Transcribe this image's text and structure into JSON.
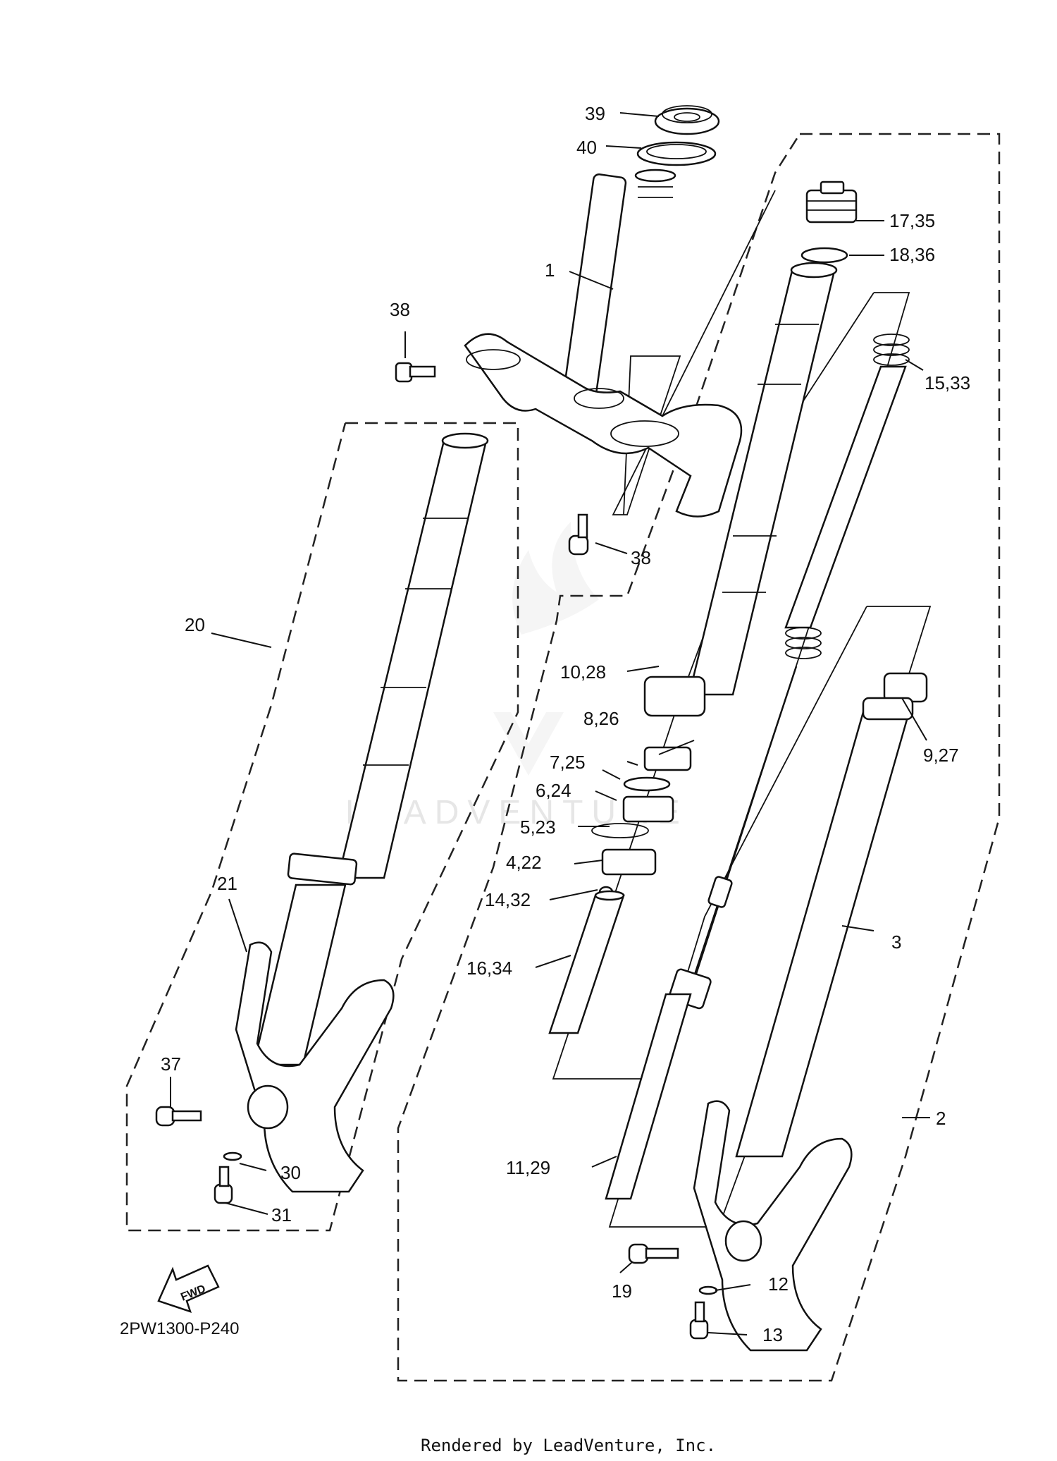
{
  "diagram": {
    "code": "2PW1300-P240",
    "footer": "Rendered by LeadVenture, Inc.",
    "watermark": "LEADVENTURE",
    "fwd_label": "FWD",
    "labels": {
      "p1": "1",
      "p2": "2",
      "p3": "3",
      "p4_22": "4,22",
      "p5_23": "5,23",
      "p6_24": "6,24",
      "p7_25": "7,25",
      "p8_26": "8,26",
      "p9_27": "9,27",
      "p10_28": "10,28",
      "p11_29": "11,29",
      "p12": "12",
      "p13": "13",
      "p14_32": "14,32",
      "p15_33": "15,33",
      "p16_34": "16,34",
      "p17_35": "17,35",
      "p18_36": "18,36",
      "p19": "19",
      "p20": "20",
      "p21": "21",
      "p30": "30",
      "p31": "31",
      "p37": "37",
      "p38a": "38",
      "p38b": "38",
      "p39": "39",
      "p40": "40"
    }
  }
}
